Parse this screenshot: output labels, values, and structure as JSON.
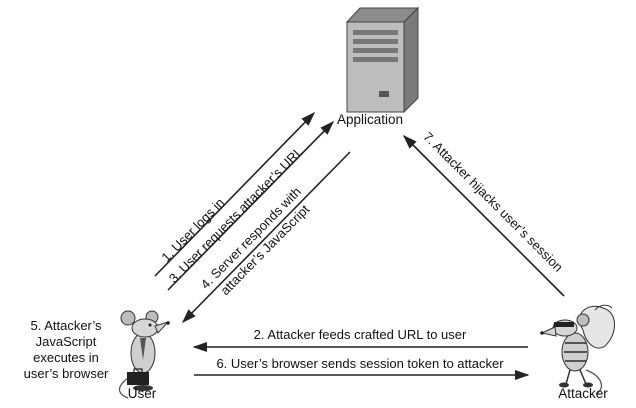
{
  "nodes": {
    "application": {
      "label": "Application",
      "icon": "server-icon"
    },
    "user": {
      "label": "User",
      "icon": "mouse-user-icon"
    },
    "attacker": {
      "label": "Attacker",
      "icon": "mouse-burglar-icon"
    }
  },
  "user_note": {
    "line1": "5. Attacker’s",
    "line2": "JavaScript",
    "line3": "executes in",
    "line4": "user’s browser"
  },
  "steps": {
    "s1": "1. User logs in",
    "s2": "2. Attacker feeds crafted URL to user",
    "s3": "3. User requests attacker’s URL",
    "s4_line1": "4. Server responds with",
    "s4_line2": "attacker’s JavaScript",
    "s6": "6. User’s browser sends session token to attacker",
    "s7": "7. Attacker hijacks user’s session"
  },
  "colors": {
    "line": "#222222",
    "server_body": "#b9b9b9",
    "server_dark": "#6e6e6e"
  }
}
